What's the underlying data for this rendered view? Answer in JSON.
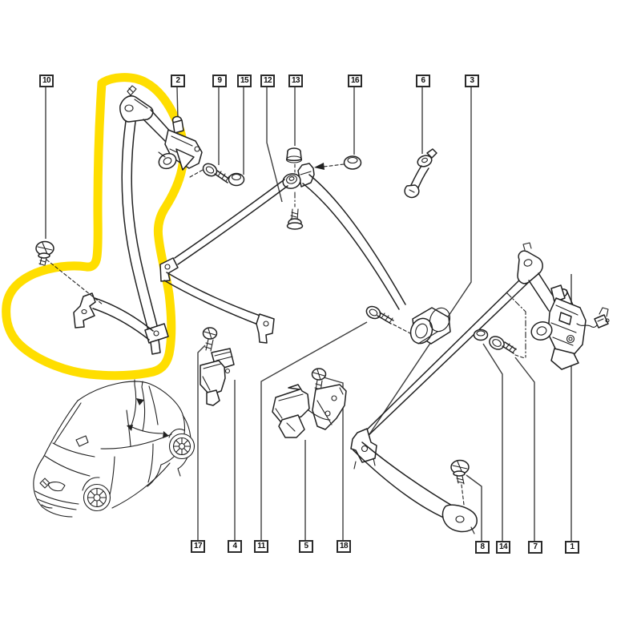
{
  "diagram": {
    "background_color": "#ffffff",
    "line_color": "#212121",
    "leader_color": "#3e3e3e",
    "highlight_color": "#ffde00",
    "callouts": {
      "c10": {
        "label": "10"
      },
      "c2": {
        "label": "2"
      },
      "c9": {
        "label": "9"
      },
      "c15": {
        "label": "15"
      },
      "c12": {
        "label": "12"
      },
      "c13": {
        "label": "13"
      },
      "c16": {
        "label": "16"
      },
      "c6": {
        "label": "6"
      },
      "c3": {
        "label": "3"
      },
      "c17": {
        "label": "17"
      },
      "c4": {
        "label": "4"
      },
      "c11": {
        "label": "11"
      },
      "c5": {
        "label": "5"
      },
      "c18": {
        "label": "18"
      },
      "c8": {
        "label": "8"
      },
      "c14": {
        "label": "14"
      },
      "c7": {
        "label": "7"
      },
      "c1": {
        "label": "1"
      }
    }
  }
}
